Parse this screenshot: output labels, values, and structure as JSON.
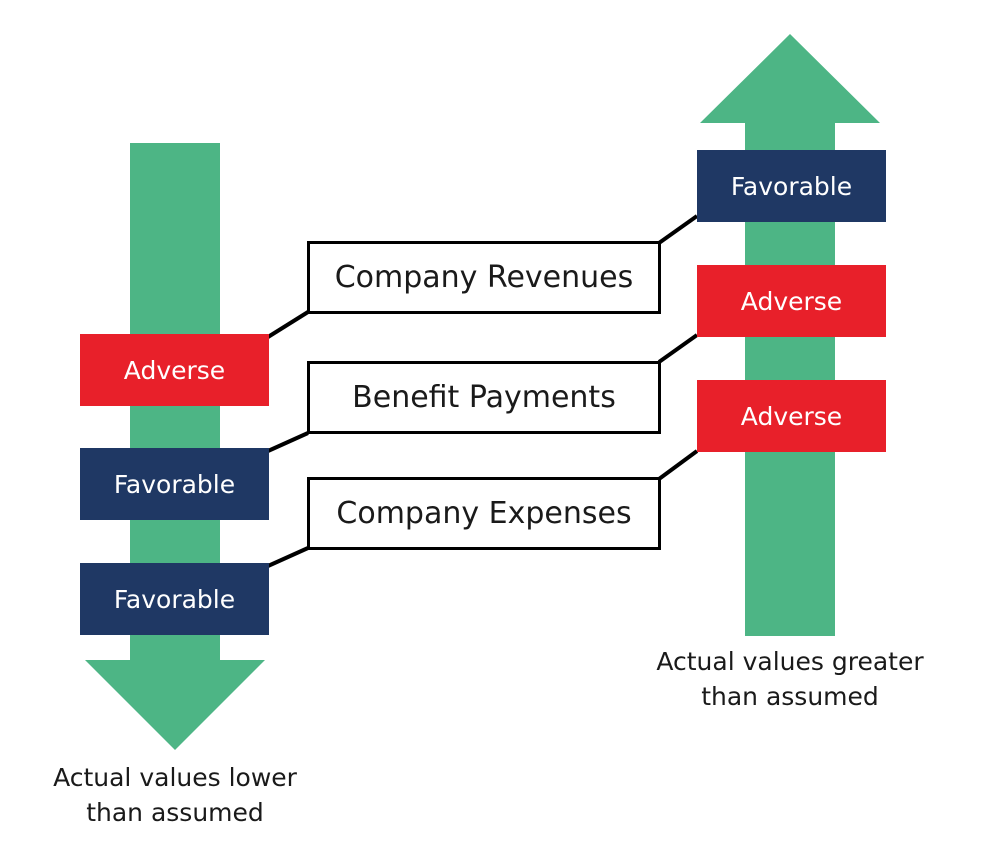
{
  "colors": {
    "arrow": "#4db585",
    "adverse": "#e8202a",
    "favorable": "#1f3864",
    "connector": "#000000"
  },
  "left_column": {
    "direction": "down",
    "outcomes": [
      "Adverse",
      "Favorable",
      "Favorable"
    ],
    "caption_line1": "Actual values lower",
    "caption_line2": "than assumed"
  },
  "right_column": {
    "direction": "up",
    "outcomes": [
      "Favorable",
      "Adverse",
      "Adverse"
    ],
    "caption_line1": "Actual values greater",
    "caption_line2": "than assumed"
  },
  "categories": [
    "Company Revenues",
    "Benefit Payments",
    "Company Expenses"
  ]
}
